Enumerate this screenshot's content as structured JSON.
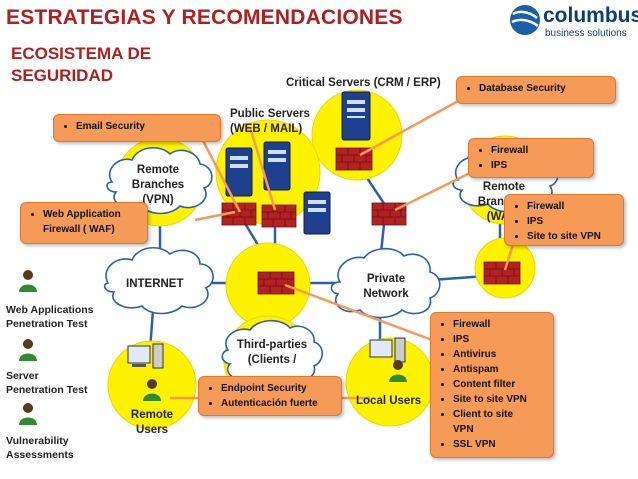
{
  "header": {
    "title": "ESTRATEGIAS Y RECOMENDACIONES",
    "subtitle_line1": "ECOSISTEMA DE",
    "subtitle_line2": "SEGURIDAD",
    "logo_name": "columbus",
    "logo_tagline": "business solutions"
  },
  "nodes": {
    "critical_servers": "Critical Servers (CRM / ERP)",
    "public_servers_line1": "Public Servers",
    "public_servers_line2": "(WEB / MAIL)",
    "remote_branches_vpn_line1": "Remote",
    "remote_branches_vpn_line2": "Branches",
    "remote_branches_vpn_line3": "(VPN)",
    "remote_branches_wan_line1": "Remote",
    "remote_branches_wan_line2": "Branches",
    "remote_branches_wan_line3": "(WAN)",
    "internet": "INTERNET",
    "private_network_line1": "Private",
    "private_network_line2": "Network",
    "third_parties_line1": "Third-parties",
    "third_parties_line2": "(Clients /",
    "remote_users_line1": "Remote",
    "remote_users_line2": "Users",
    "local_users": "Local Users"
  },
  "assessments": {
    "web_apps_line1": "Web Applications",
    "web_apps_line2": "Penetration Test",
    "server_line1": "Server",
    "server_line2": "Penetration Test",
    "vuln_line1": "Vulnerability",
    "vuln_line2": "Assessments"
  },
  "callouts": {
    "database_security": [
      "Database Security"
    ],
    "email_security": [
      "Email Security"
    ],
    "firewall_ips": [
      "Firewall",
      "IPS"
    ],
    "waf": [
      "Web Application",
      "Firewall ( WAF)"
    ],
    "site_to_site": [
      "Firewall",
      "IPS",
      "Site to site VPN"
    ],
    "endpoint": [
      "Endpoint Security",
      "Autenticación fuerte"
    ],
    "utm": [
      "Firewall",
      "IPS",
      "Antivirus",
      "Antispam",
      "Content filter",
      "Site to site VPN",
      "Client to site",
      "VPN",
      "SSL VPN"
    ]
  },
  "colors": {
    "title": "#b01e1e",
    "callout": "#f59a57",
    "zone": "#fff200",
    "cloud": "#ffffff",
    "firewall": "#b22222",
    "server": "#1f3f8f",
    "logo": "#0b3f7a"
  }
}
